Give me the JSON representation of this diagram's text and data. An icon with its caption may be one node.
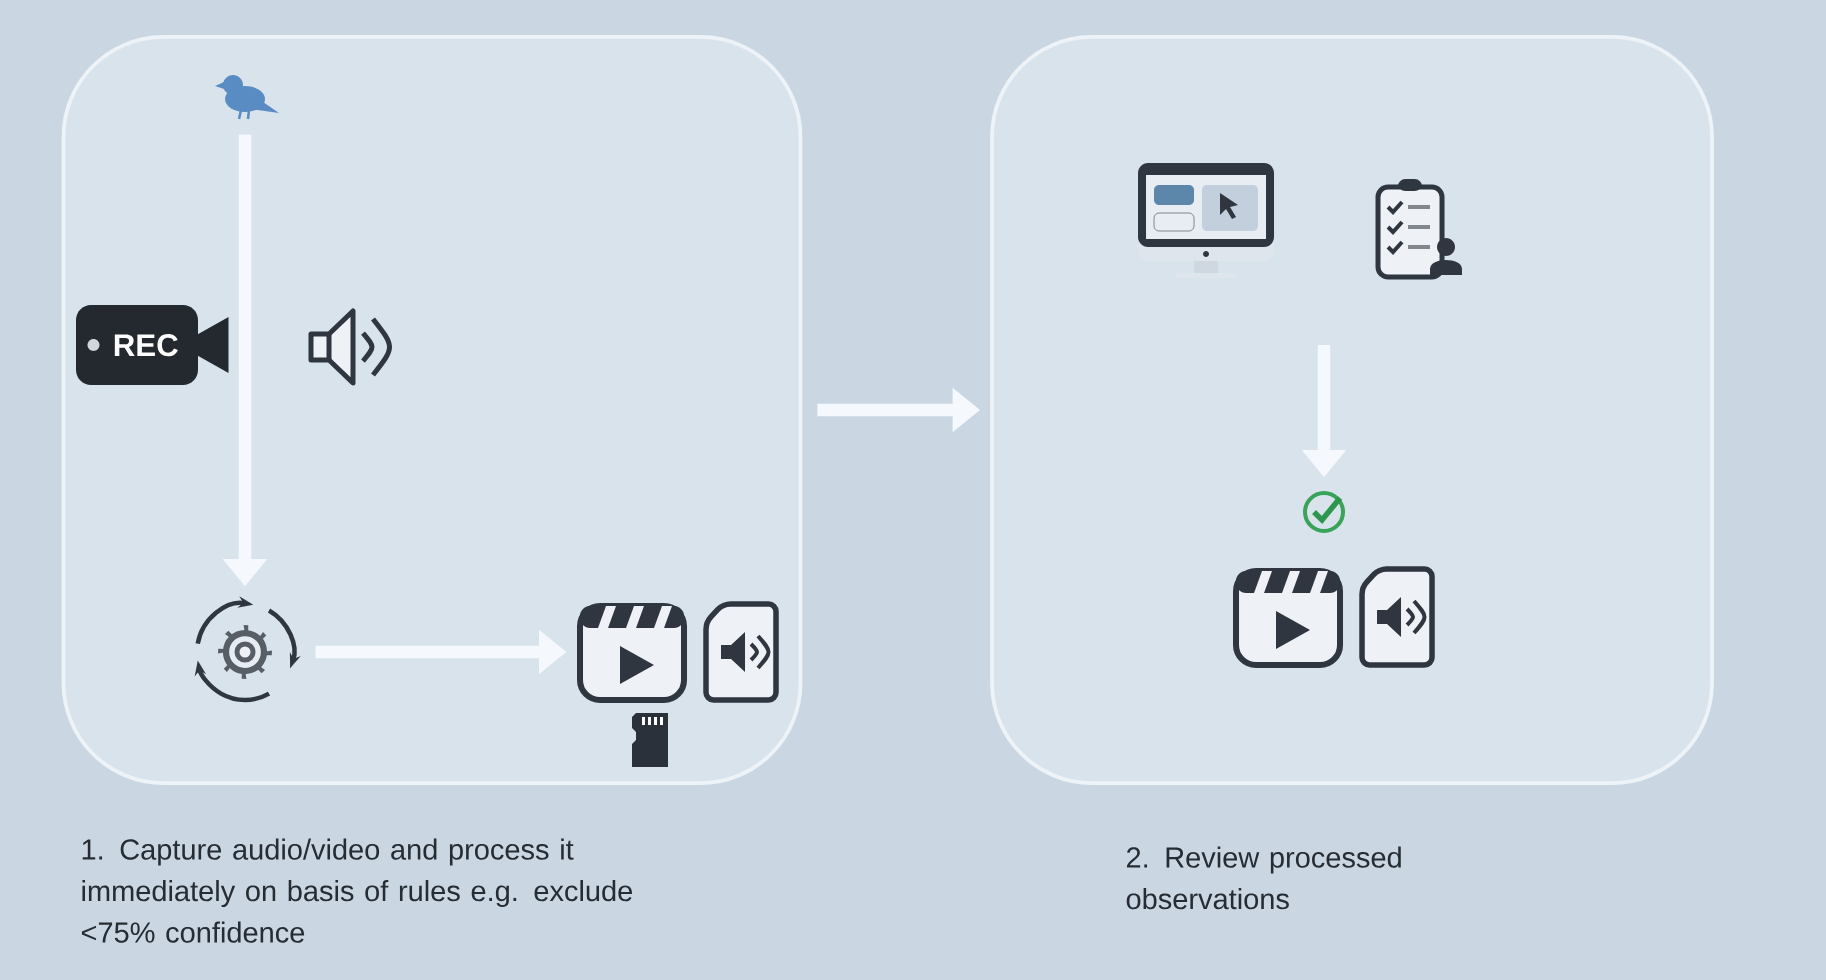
{
  "diagram": {
    "nodes": [
      {
        "text": [],
        "shape": "box",
        "beside": [
          "1. Capture audio/video and process it immediately on basis of rules e.g. exclude <75% confidence"
        ]
      },
      {
        "text": [],
        "shape": "picture",
        "in": 0
      },
      {
        "text": [
          "REC"
        ],
        "in": 0
      },
      {
        "text": [],
        "shape": "picture",
        "in": 0
      },
      {
        "text": [],
        "shape": "picture",
        "in": 0
      },
      {
        "text": [],
        "shape": "picture",
        "in": 0
      },
      {
        "text": [],
        "shape": "picture",
        "in": 0
      },
      {
        "text": [],
        "shape": "picture",
        "in": 0
      },
      {
        "text": [],
        "shape": "box",
        "beside": [
          "2. Review processed observations"
        ]
      },
      {
        "text": [],
        "shape": "picture",
        "in": 8
      },
      {
        "text": [],
        "shape": "picture",
        "in": 8
      },
      {
        "text": [],
        "shape": "picture",
        "in": 8
      },
      {
        "text": [],
        "shape": "picture",
        "in": 8
      },
      {
        "text": [],
        "shape": "picture",
        "in": 8
      }
    ],
    "edges": [
      {
        "from": 1,
        "to": 4,
        "arrow": "to"
      },
      {
        "from": 4,
        "to": 5,
        "arrow": "to"
      },
      {
        "from": 0,
        "to": 8,
        "arrow": "to"
      },
      {
        "from": null,
        "to": 11,
        "arrow": "to"
      }
    ]
  }
}
